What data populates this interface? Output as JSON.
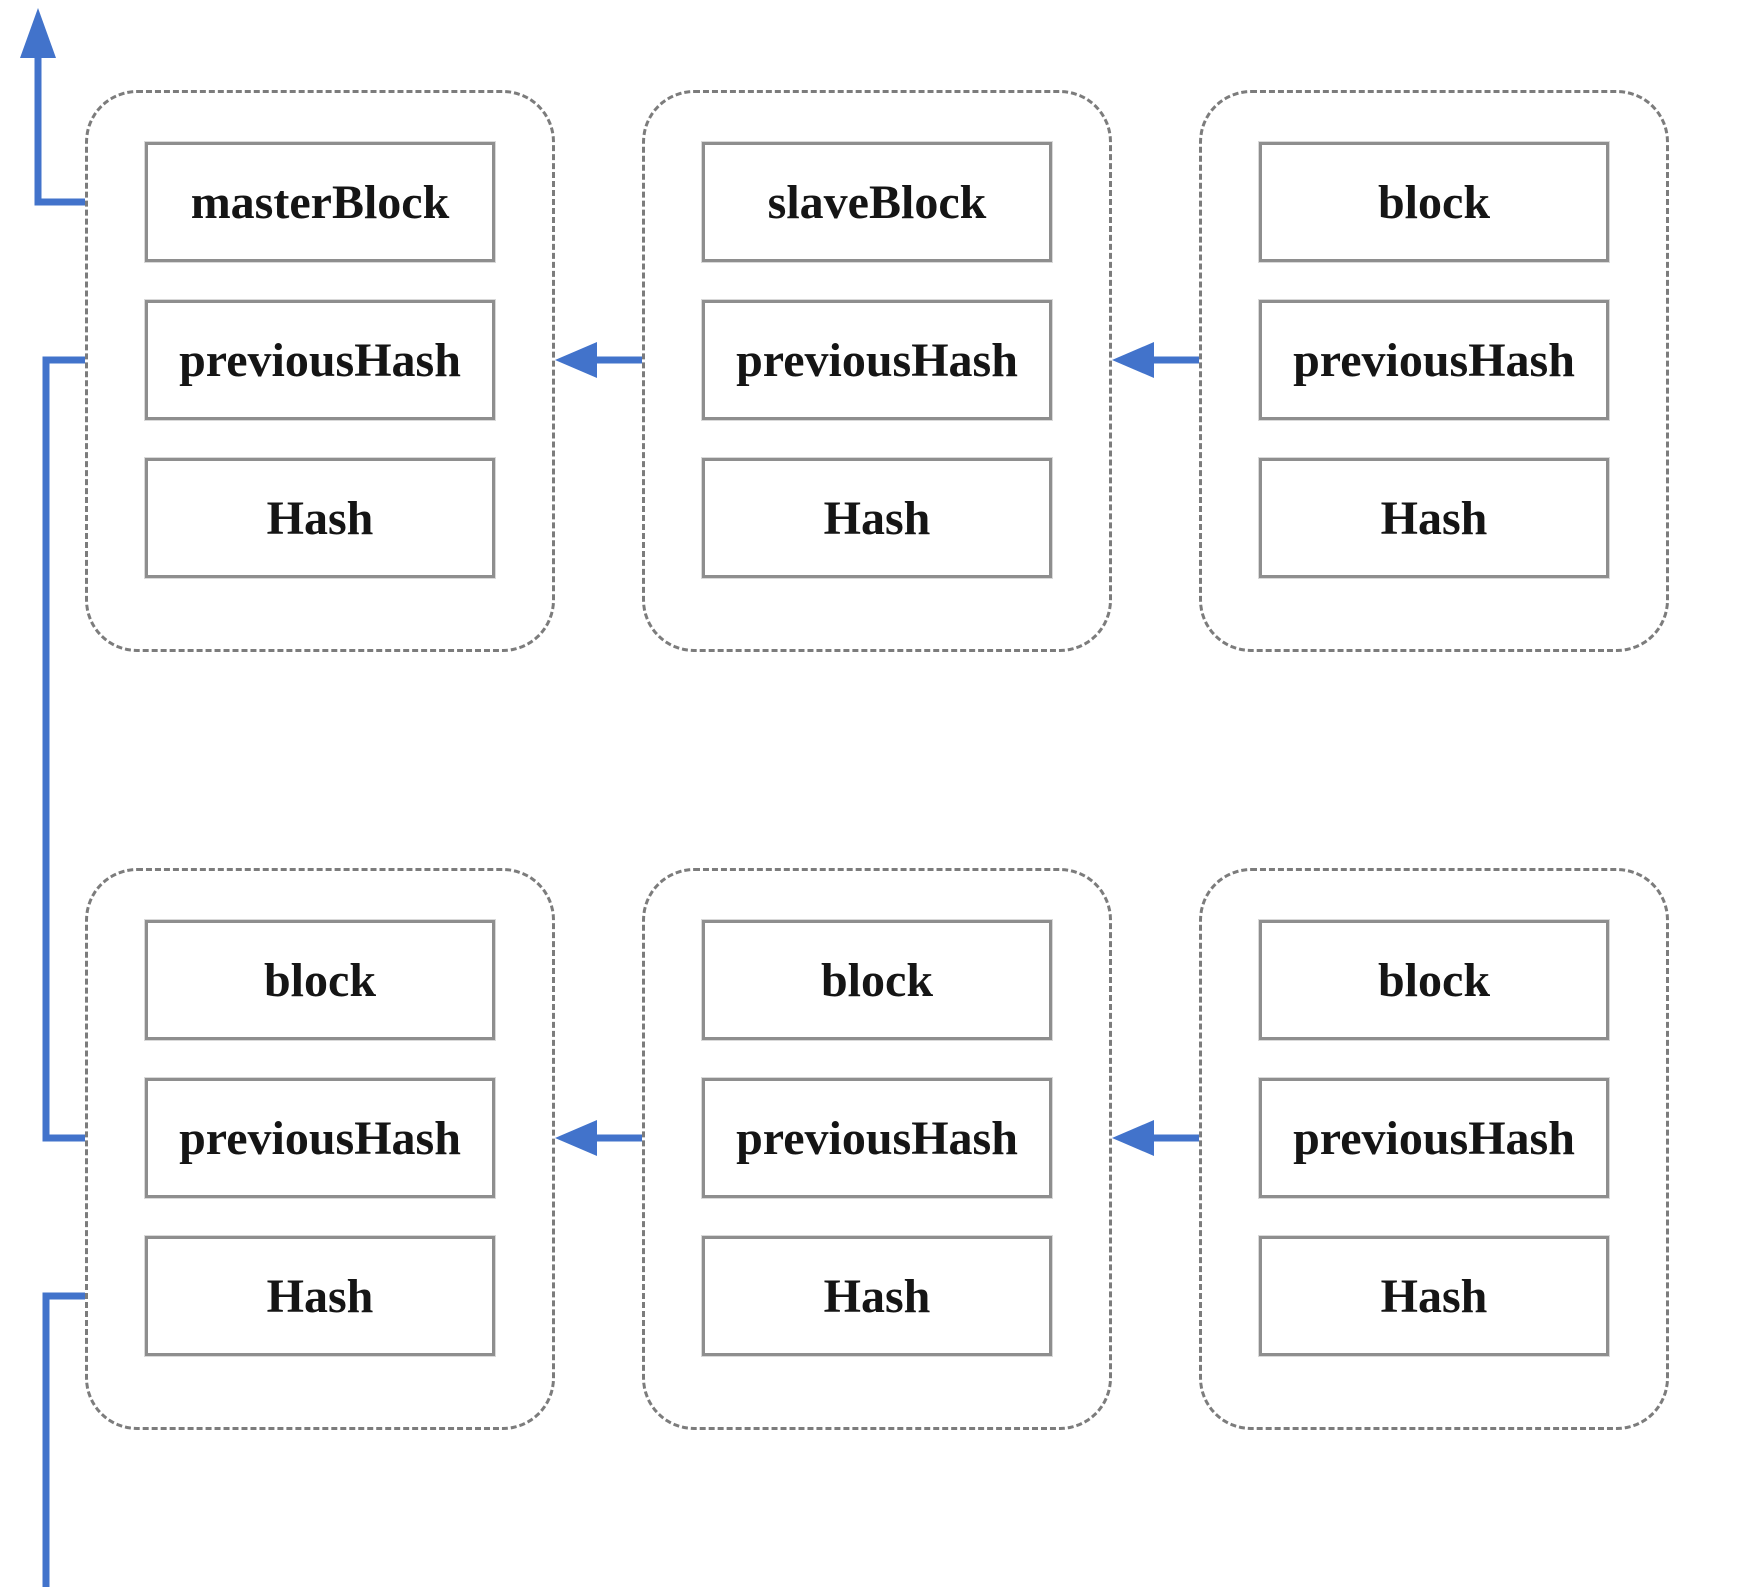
{
  "diagram": {
    "colors": {
      "arrow": "#4273CB",
      "container_border": "#7c7c7c",
      "field_border": "#8e8e8e",
      "text": "#151515",
      "background": "#ffffff"
    },
    "blocks": [
      {
        "id": "masterBlock",
        "rows": [
          "masterBlock",
          "previousHash",
          "Hash"
        ]
      },
      {
        "id": "slaveBlock",
        "rows": [
          "slaveBlock",
          "previousHash",
          "Hash"
        ]
      },
      {
        "id": "block-top-right",
        "rows": [
          "block",
          "previousHash",
          "Hash"
        ]
      },
      {
        "id": "block-bottom-left",
        "rows": [
          "block",
          "previousHash",
          "Hash"
        ]
      },
      {
        "id": "block-bottom-mid",
        "rows": [
          "block",
          "previousHash",
          "Hash"
        ]
      },
      {
        "id": "block-bottom-right",
        "rows": [
          "block",
          "previousHash",
          "Hash"
        ]
      }
    ],
    "connections": [
      {
        "from": "slaveBlock.previousHash",
        "to": "masterBlock.previousHash"
      },
      {
        "from": "block-top-right.previousHash",
        "to": "slaveBlock.previousHash"
      },
      {
        "from": "block-bottom-mid.previousHash",
        "to": "block-bottom-left.previousHash"
      },
      {
        "from": "block-bottom-right.previousHash",
        "to": "block-bottom-mid.previousHash"
      },
      {
        "from": "block-bottom-left.previousHash",
        "to": "masterBlock.previousHash"
      },
      {
        "from": "masterBlock",
        "to": "offscreen-top"
      },
      {
        "from": "offscreen-bottom",
        "to": "block-bottom-left.Hash"
      }
    ]
  }
}
